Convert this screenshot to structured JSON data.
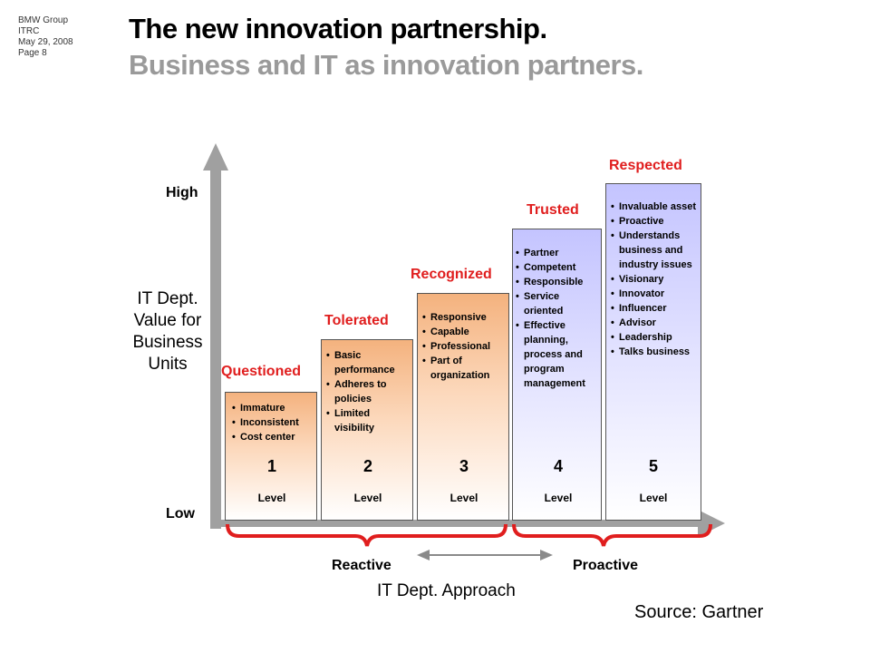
{
  "meta": {
    "line1": "BMW Group",
    "line2": "ITRC",
    "line3": "May 29, 2008",
    "line4": "Page 8"
  },
  "title": "The new innovation partnership.",
  "subtitle": "Business and IT as innovation partners.",
  "y_axis": {
    "high": "High",
    "low": "Low",
    "title": "IT Dept. Value for Business Units"
  },
  "x_axis": {
    "title": "IT Dept. Approach",
    "left_label": "Reactive",
    "right_label": "Proactive"
  },
  "level_word": "Level",
  "levels": [
    {
      "number": "1",
      "label": "Questioned",
      "bullets": [
        "Immature",
        "Inconsistent",
        "Cost center"
      ]
    },
    {
      "number": "2",
      "label": "Tolerated",
      "bullets": [
        "Basic performance",
        "Adheres to policies",
        "Limited visibility"
      ]
    },
    {
      "number": "3",
      "label": "Recognized",
      "bullets": [
        "Responsive",
        "Capable",
        "Professional",
        "Part of organization"
      ]
    },
    {
      "number": "4",
      "label": "Trusted",
      "bullets": [
        "Partner",
        "Competent",
        "Responsible",
        "Service oriented",
        "Effective planning, process and program management"
      ]
    },
    {
      "number": "5",
      "label": "Respected",
      "bullets": [
        "Invaluable asset",
        "Proactive",
        "Understands business and industry issues",
        "Visionary",
        "Innovator",
        "Influencer",
        "Advisor",
        "Leadership",
        "Talks business"
      ]
    }
  ],
  "source": "Source: Gartner",
  "colors": {
    "label_red": "#e01e1e",
    "bracket_red": "#e01e1e",
    "axis_gray": "#9a9a9a",
    "warm_fill": "#f4b27e",
    "cool_fill": "#c4c4ff"
  }
}
